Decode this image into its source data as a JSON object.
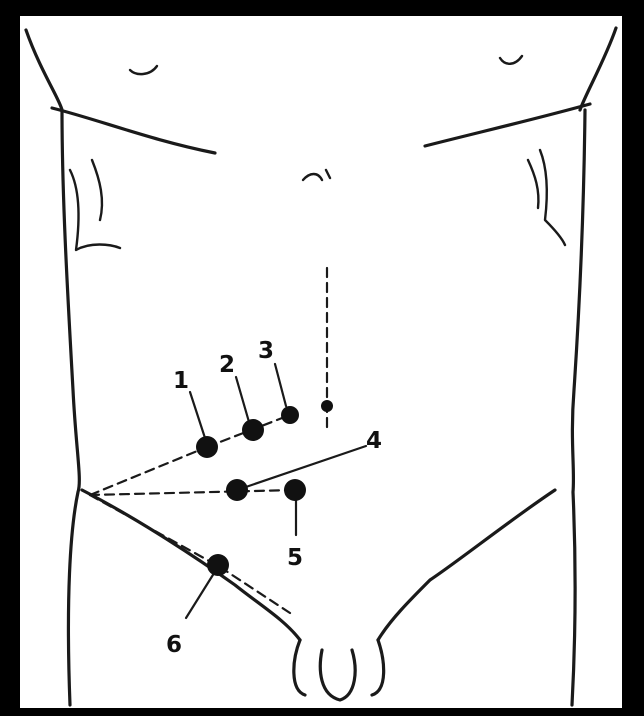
{
  "points": [
    {
      "id": "point-1",
      "label": "1"
    },
    {
      "id": "point-2",
      "label": "2"
    },
    {
      "id": "point-3",
      "label": "3"
    },
    {
      "id": "point-4",
      "label": "4"
    },
    {
      "id": "point-5",
      "label": "5"
    },
    {
      "id": "point-6",
      "label": "6"
    }
  ],
  "colors": {
    "background": "#000000",
    "paper": "#ffffff",
    "ink": "#111111"
  }
}
